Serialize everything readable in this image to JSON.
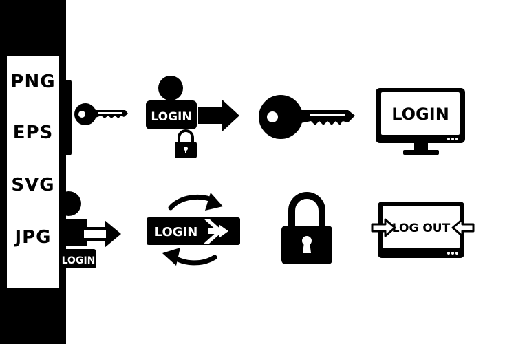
{
  "formats": [
    "PNG",
    "EPS",
    "SVG",
    "JPG"
  ],
  "icons": {
    "user_login_label": "LOGIN",
    "monitor_login_label": "LOGIN",
    "sync_login_label": "LOGIN",
    "partial_login_label": "LOGIN",
    "logout_label": "LOG OUT"
  },
  "colors": {
    "ink": "#000000",
    "background": "#ffffff"
  }
}
